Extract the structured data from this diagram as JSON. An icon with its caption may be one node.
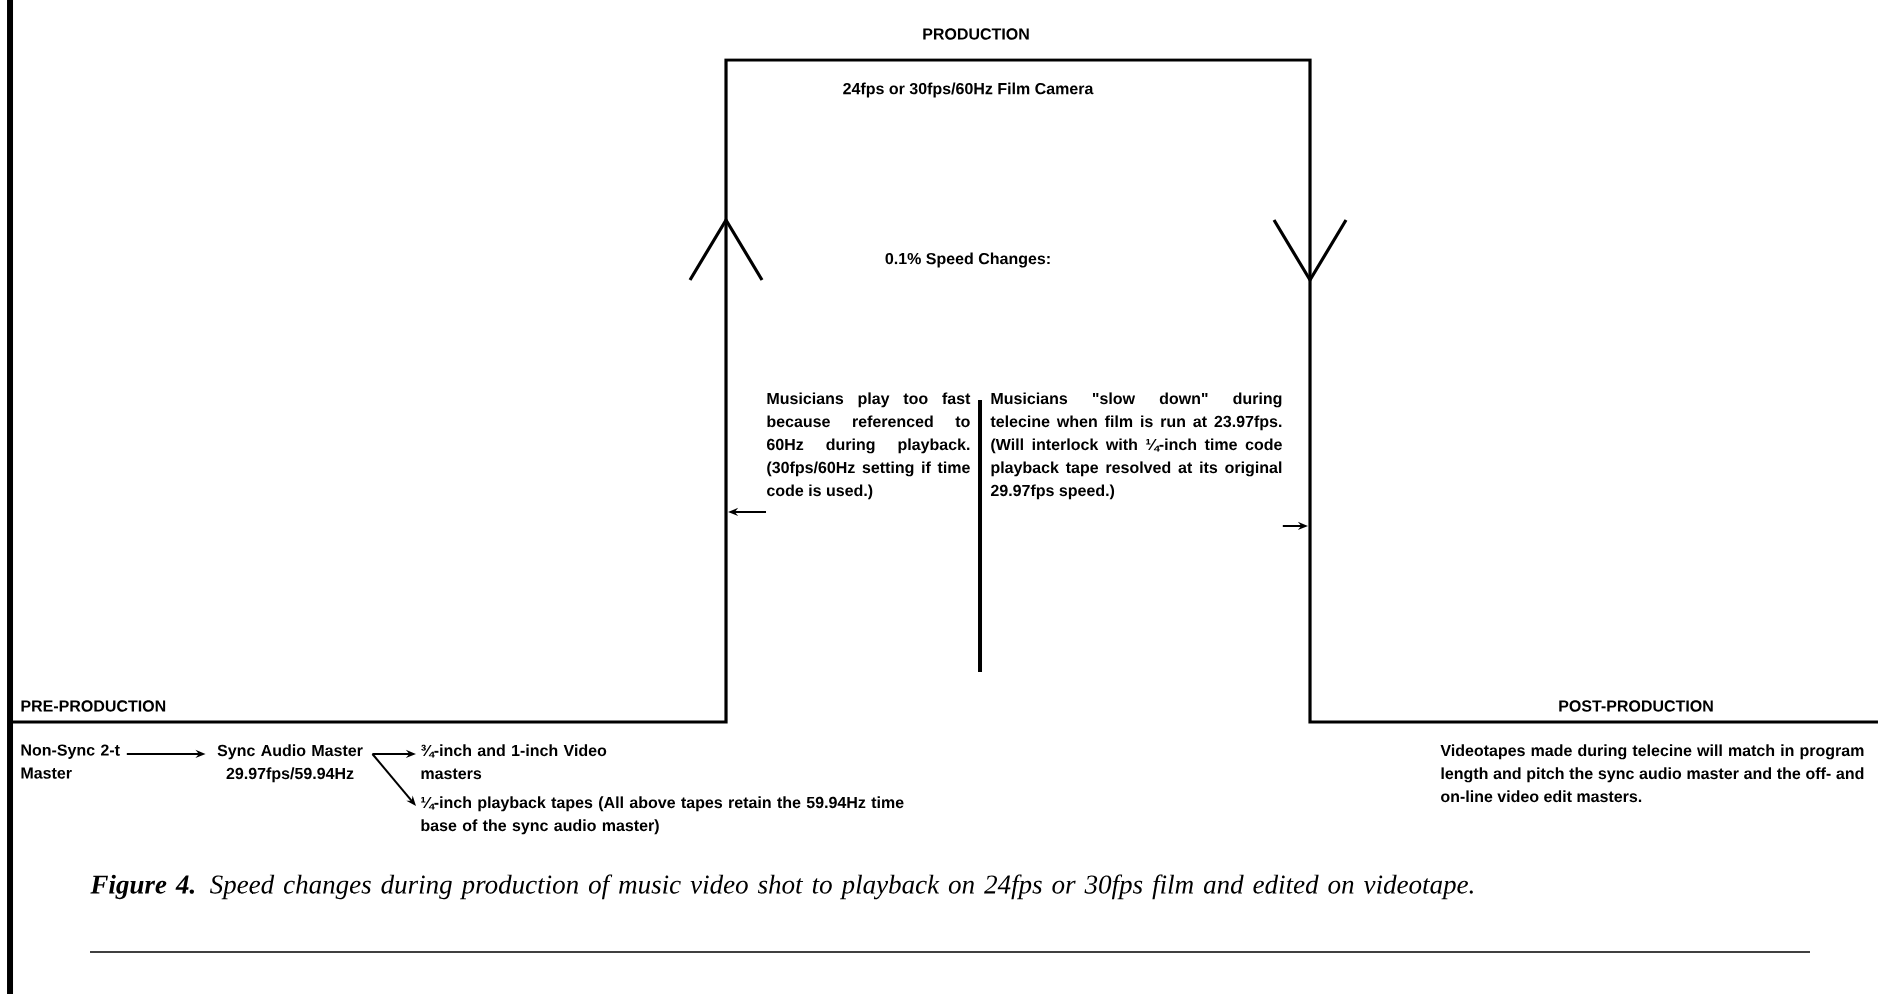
{
  "diagram": {
    "caption": "**Figure 4.** Speed changes during production of music video shot to playback on 24fps or 30fps film and edited on videotape.",
    "nodes": [
      {
        "text": [
          "Non-Sync 2-t Master"
        ]
      },
      {
        "text": [
          "Sync Audio Master 29.97fps/59.94Hz"
        ]
      },
      {
        "text": [
          "¾-inch and 1-inch Video masters"
        ]
      },
      {
        "text": [
          "¼-inch playback tapes (All above tapes retain the 59.94Hz time base of the sync audio master)"
        ]
      },
      {
        "text": [
          "Musicians play too fast because referenced to 60Hz during playback. (30fps/60Hz setting if time code is used.)"
        ]
      },
      {
        "text": [
          "Musicians \"slow down\" during telecine when film is run at 23.97fps. (Will interlock with ¼-inch time code playback tape resolved at its original 29.97fps speed.)"
        ]
      }
    ],
    "edges": [
      {
        "from": 0,
        "to": 1,
        "arrow": "to"
      },
      {
        "from": 1,
        "to": 2,
        "arrow": "to"
      },
      {
        "from": 1,
        "to": 3,
        "arrow": "to"
      },
      {
        "from": 4,
        "to": null,
        "arrow": "to"
      },
      {
        "from": 5,
        "to": null,
        "arrow": "to"
      }
    ],
    "labels": [
      "PRODUCTION",
      "24fps or 30fps/60Hz Film Camera",
      "0.1% Speed Changes:",
      "PRE-PRODUCTION",
      "POST-PRODUCTION",
      "Videotapes made during telecine will match in program length and pitch the sync audio master and the off- and on-line video edit masters."
    ]
  }
}
